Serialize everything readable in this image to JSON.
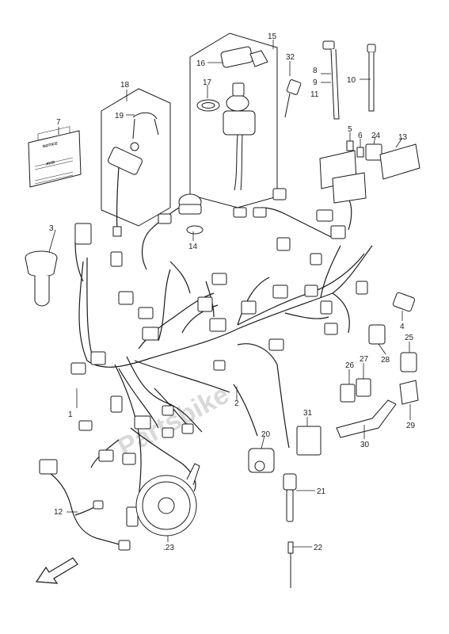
{
  "callouts": [
    "1",
    "2",
    "3",
    "4",
    "5",
    "6",
    "7",
    "8",
    "9",
    "10",
    "11",
    "12",
    "13",
    "14",
    "15",
    "16",
    "17",
    "18",
    "19",
    "20",
    "21",
    "22",
    ".23",
    "24",
    "25",
    "26",
    "27",
    "28",
    "29",
    "30",
    "31",
    "32"
  ],
  "notice_label": {
    "line1": "NOTICE",
    "line2": "AVIS"
  },
  "watermark": "Partsbike",
  "colors": {
    "line": "#1a1a1a",
    "accent": "#c62828",
    "watermark": "#d9d9d9"
  },
  "icons": [
    "front-direction-arrow-icon"
  ]
}
